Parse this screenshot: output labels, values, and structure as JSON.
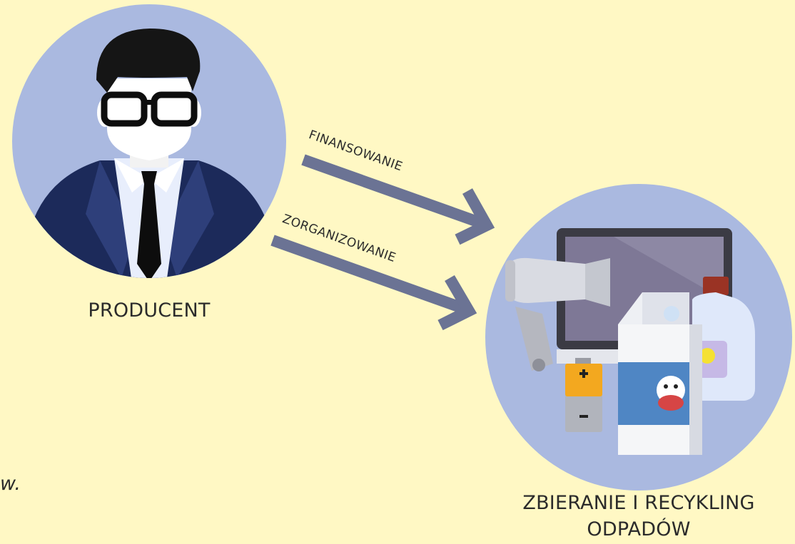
{
  "producer": {
    "label": "PRODUCENT"
  },
  "collection": {
    "label_line1": "ZBIERANIE I RECYKLING",
    "label_line2": "ODPADÓW"
  },
  "arrows": {
    "financing": "FINANSOWANIE",
    "organizing": "ZORGANIZOWANIE"
  },
  "clipped_text": "w.",
  "colors": {
    "background": "#fff8c4",
    "circle": "#aab9e0",
    "arrow": "#6b7394",
    "suit": "#1c2a5a",
    "text": "#2b2b2b"
  }
}
